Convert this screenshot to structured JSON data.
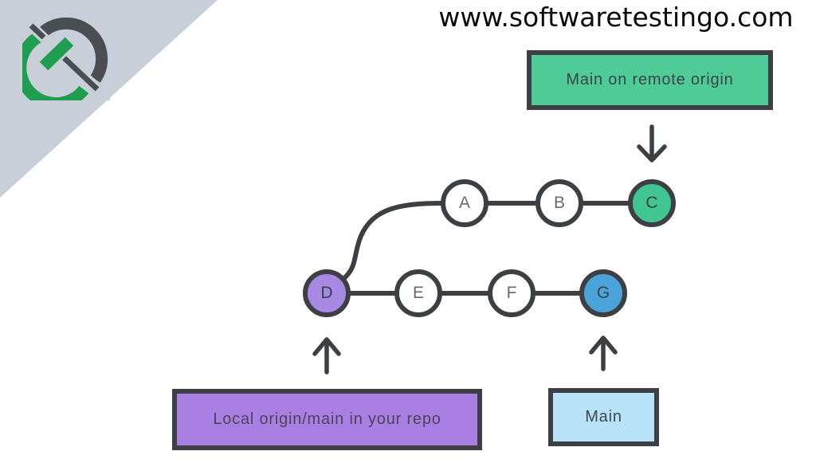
{
  "site": {
    "url": "www.softwaretestingo.com"
  },
  "logo": {
    "icon": "gavel-in-broken-circle-logo"
  },
  "diagram": {
    "type": "git-branch-diagram",
    "remote_label": "Main on remote origin",
    "local_label": "Local origin/main in your repo",
    "main_label": "Main",
    "nodes": [
      {
        "id": "A",
        "branch": "remote",
        "fill": "white"
      },
      {
        "id": "B",
        "branch": "remote",
        "fill": "white"
      },
      {
        "id": "C",
        "branch": "remote",
        "fill": "green"
      },
      {
        "id": "D",
        "branch": "local",
        "fill": "purple"
      },
      {
        "id": "E",
        "branch": "local",
        "fill": "white"
      },
      {
        "id": "F",
        "branch": "local",
        "fill": "white"
      },
      {
        "id": "G",
        "branch": "local",
        "fill": "blue"
      }
    ],
    "edges": [
      [
        "A",
        "B"
      ],
      [
        "B",
        "C"
      ],
      [
        "D",
        "E"
      ],
      [
        "E",
        "F"
      ],
      [
        "F",
        "G"
      ],
      [
        "D",
        "A"
      ]
    ],
    "colors": {
      "stroke": "#3c4045",
      "remote_box": "#4ecb96",
      "local_box": "#a97fe4",
      "main_box": "#b9e3f9",
      "node_green": "#41c591",
      "node_purple": "#a788e3",
      "node_blue": "#4aa3da",
      "corner_triangle": "#c9cfd9",
      "logo_green": "#1f9e50",
      "logo_dark": "#4a4e53"
    }
  }
}
